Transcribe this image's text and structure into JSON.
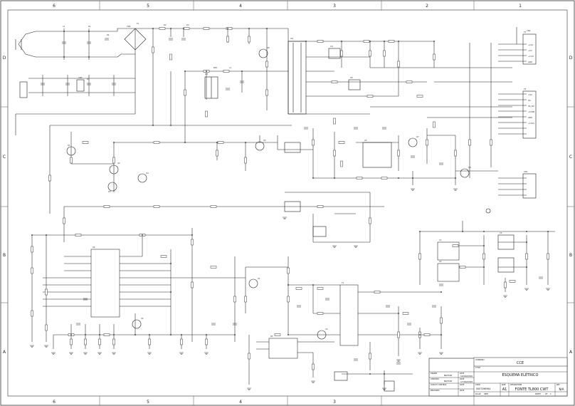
{
  "sheet": {
    "col_labels": [
      "6",
      "5",
      "4",
      "3",
      "2",
      "1"
    ],
    "row_labels": [
      "D",
      "C",
      "B",
      "A"
    ]
  },
  "title_block": {
    "company": "CCE",
    "title": "ESQUEMA ELÉTRICO",
    "size": "A1",
    "product": "FONTE TL800 CWT",
    "rev": "N/A",
    "drawing_number": "0007296564",
    "drawn_by": "NILTON",
    "checked_by": "NILTON",
    "date_drawn": "10/09/2010",
    "date_checked": "17/09/2010",
    "scale": "SEM",
    "sheet": "1",
    "field_labels": {
      "company": "COMPANY",
      "title": "TITLE",
      "code": "CODE",
      "size": "SIZE",
      "drawn": "DRAWN",
      "checked": "CHECKED",
      "quality": "QUALITY CONTROL",
      "released": "RELEASED",
      "date": "DATE",
      "description": "DESCRIPTION",
      "rev": "REV",
      "scale": "SCALE",
      "sheet": "SHEET",
      "of": "OF"
    }
  },
  "schematic": {
    "component_labels": [
      "Q1",
      "Q2",
      "Q3",
      "Q4",
      "Q5",
      "Q6",
      "Q7",
      "Q8",
      "U1",
      "U2",
      "U3",
      "U4",
      "U5",
      "U6",
      "IC1",
      "IC2",
      "IC3",
      "T1",
      "T2",
      "T3",
      "CN1",
      "CN2",
      "CN3",
      "CN4",
      "F1",
      "D1",
      "D2",
      "D3",
      "BR1",
      "L1",
      "L2",
      "R1",
      "R2",
      "R3",
      "C1",
      "C2",
      "C3"
    ],
    "connector_pins": [
      "+12V",
      "+5V",
      "+3.3V",
      "GND",
      "-12V",
      "PG",
      "PS_ON",
      "+5VSB",
      "GND",
      "+12V2"
    ]
  }
}
